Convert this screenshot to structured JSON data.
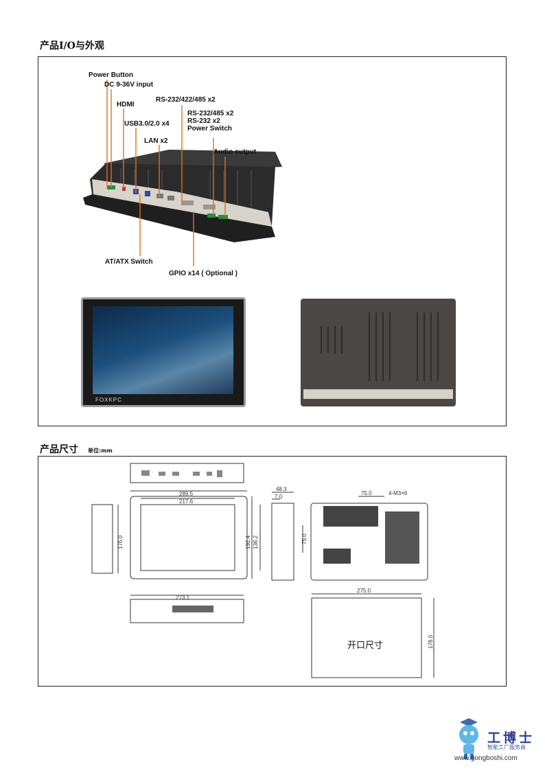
{
  "sections": {
    "io_title": "产品I/O与外观",
    "dim_title": "产品尺寸",
    "dim_unit": "单位:mm"
  },
  "io_labels": {
    "power_button": "Power Button",
    "dc_input": "DC 9-36V input",
    "hdmi": "HDMI",
    "usb": "USB3.0/2.0 x4",
    "lan": "LAN x2",
    "rs232_422_485": "RS-232/422/485 x2",
    "rs232_485": "RS-232/485 x2",
    "rs232": "RS-232 x2",
    "power_switch": "Power Switch",
    "audio_output": "Audio output",
    "at_atx_switch": "AT/ATX Switch",
    "gpio": "GPIO x14 ( Optional )"
  },
  "brand_on_bezel": "FOXKPC",
  "dimensions": {
    "width_outer": "289.5",
    "width_screen": "217.6",
    "height_outer": "192.4",
    "height_screen": "136.2",
    "side_height": "176.0",
    "depth": "48.3",
    "bezel": "7.0",
    "vesa_h": "75.0",
    "vesa_v": "75.0",
    "screw": "4-M3×6",
    "bottom_width": "273.1",
    "cutout_width": "275.0",
    "cutout_height": "178.0",
    "cutout_label": "开口尺寸"
  },
  "footer": {
    "brand_name": "工博士",
    "tagline": "智能工厂服务商",
    "url": "www.gongboshi.com"
  }
}
